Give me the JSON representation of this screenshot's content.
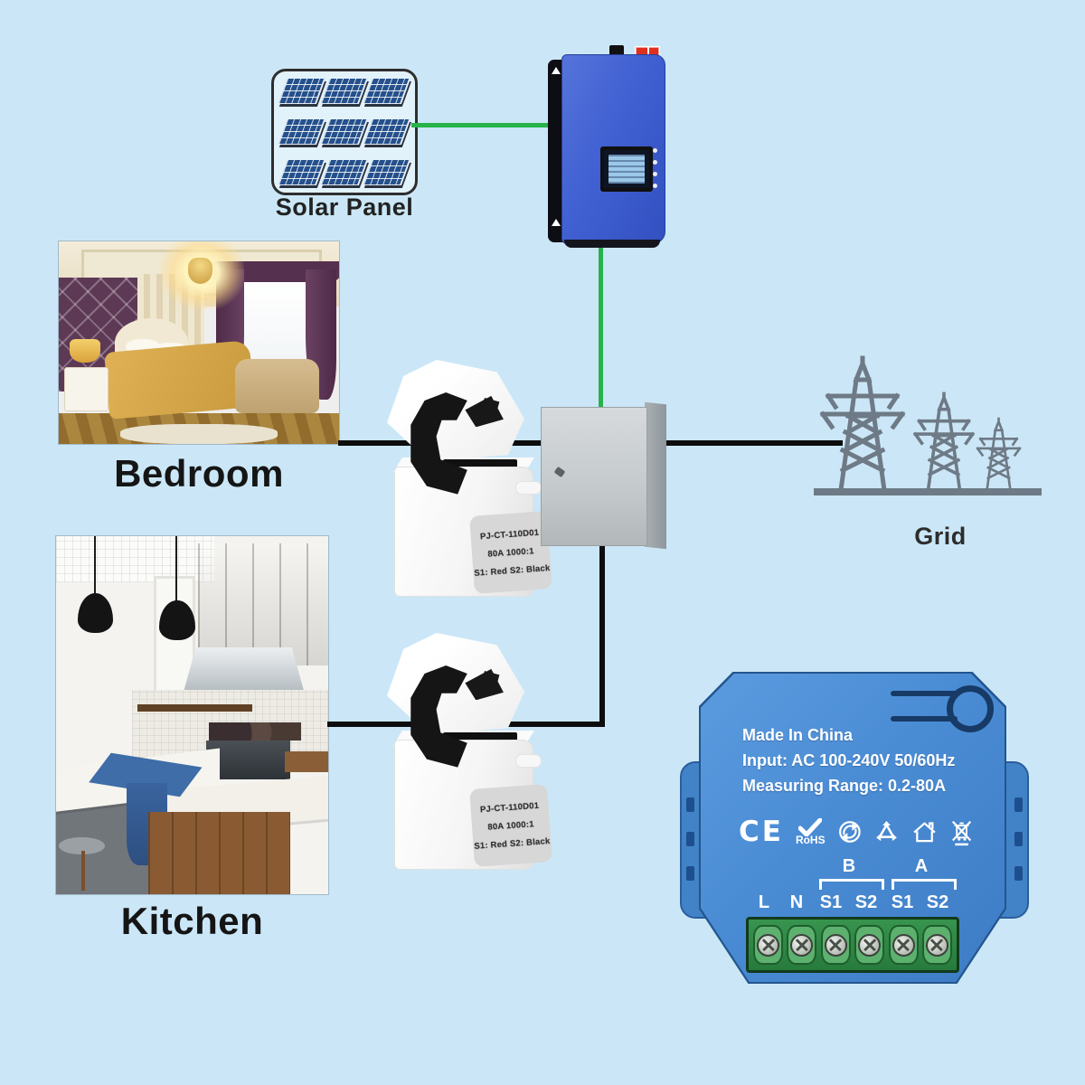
{
  "labels": {
    "solar_panel": "Solar Panel",
    "bedroom": "Bedroom",
    "kitchen": "Kitchen",
    "grid": "Grid"
  },
  "ct_clamp": {
    "lines": [
      "PJ-CT-110D01",
      "80A 1000:1",
      "S1: Red S2: Black"
    ]
  },
  "meter": {
    "info": [
      "Made In China",
      "Input: AC 100-240V 50/60Hz",
      "Measuring Range: 0.2-80A"
    ],
    "ce": "CE",
    "rohs": "RoHS",
    "groups": [
      "B",
      "A"
    ],
    "terminals": [
      "L",
      "N",
      "S1",
      "S2",
      "S1",
      "S2"
    ]
  },
  "colors": {
    "background": "#cbe7f7",
    "wire_green": "#27b24a",
    "wire_black": "#0d0d0d",
    "meter_blue": "#4a8cd4",
    "meter_outline": "#24558f",
    "terminal_green": "#2e8644",
    "inverter_blue": "#4160d2",
    "tower_gray": "#6e7a86"
  }
}
